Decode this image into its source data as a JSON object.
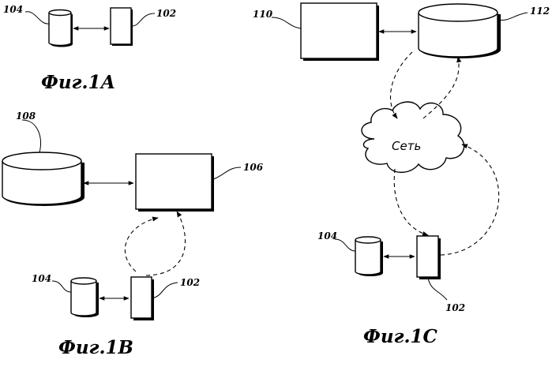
{
  "figures": {
    "fig_1a": {
      "caption": "Фиг.1А"
    },
    "fig_1b": {
      "caption": "Фиг.1В"
    },
    "fig_1c": {
      "caption": "Фиг.1С"
    }
  },
  "labels": {
    "ref_104": "104",
    "ref_102": "102",
    "ref_108": "108",
    "ref_106": "106",
    "ref_110": "110",
    "ref_112": "112"
  },
  "network": {
    "label": "Сеть"
  },
  "colors": {
    "ink": "#000000",
    "shadow": "#000000",
    "paper": "#ffffff"
  }
}
